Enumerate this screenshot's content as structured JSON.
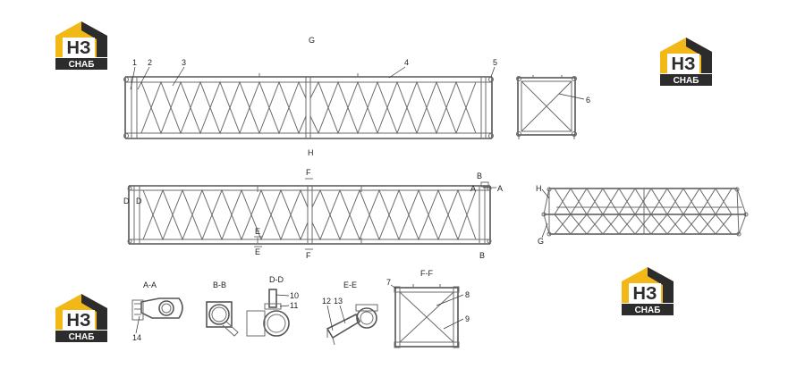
{
  "brand": {
    "logo_text": "НЗ",
    "logo_sub": "СНАБ",
    "colors": {
      "yellow": "#f2b817",
      "dark": "#2c2c2c",
      "white": "#ffffff"
    }
  },
  "views": {
    "top": "G",
    "front": "H"
  },
  "part_numbers": [
    "1",
    "2",
    "3",
    "4",
    "5",
    "6",
    "7",
    "8",
    "9",
    "10",
    "11",
    "12",
    "13",
    "14"
  ],
  "section_marks": {
    "A": "A",
    "B": "B",
    "D": "D",
    "E": "E",
    "F": "F",
    "G": "G",
    "H": "H"
  },
  "detail_titles": {
    "aa": "A-A",
    "bb": "B-B",
    "dd": "D-D",
    "ee": "E-E",
    "ff": "F-F"
  }
}
